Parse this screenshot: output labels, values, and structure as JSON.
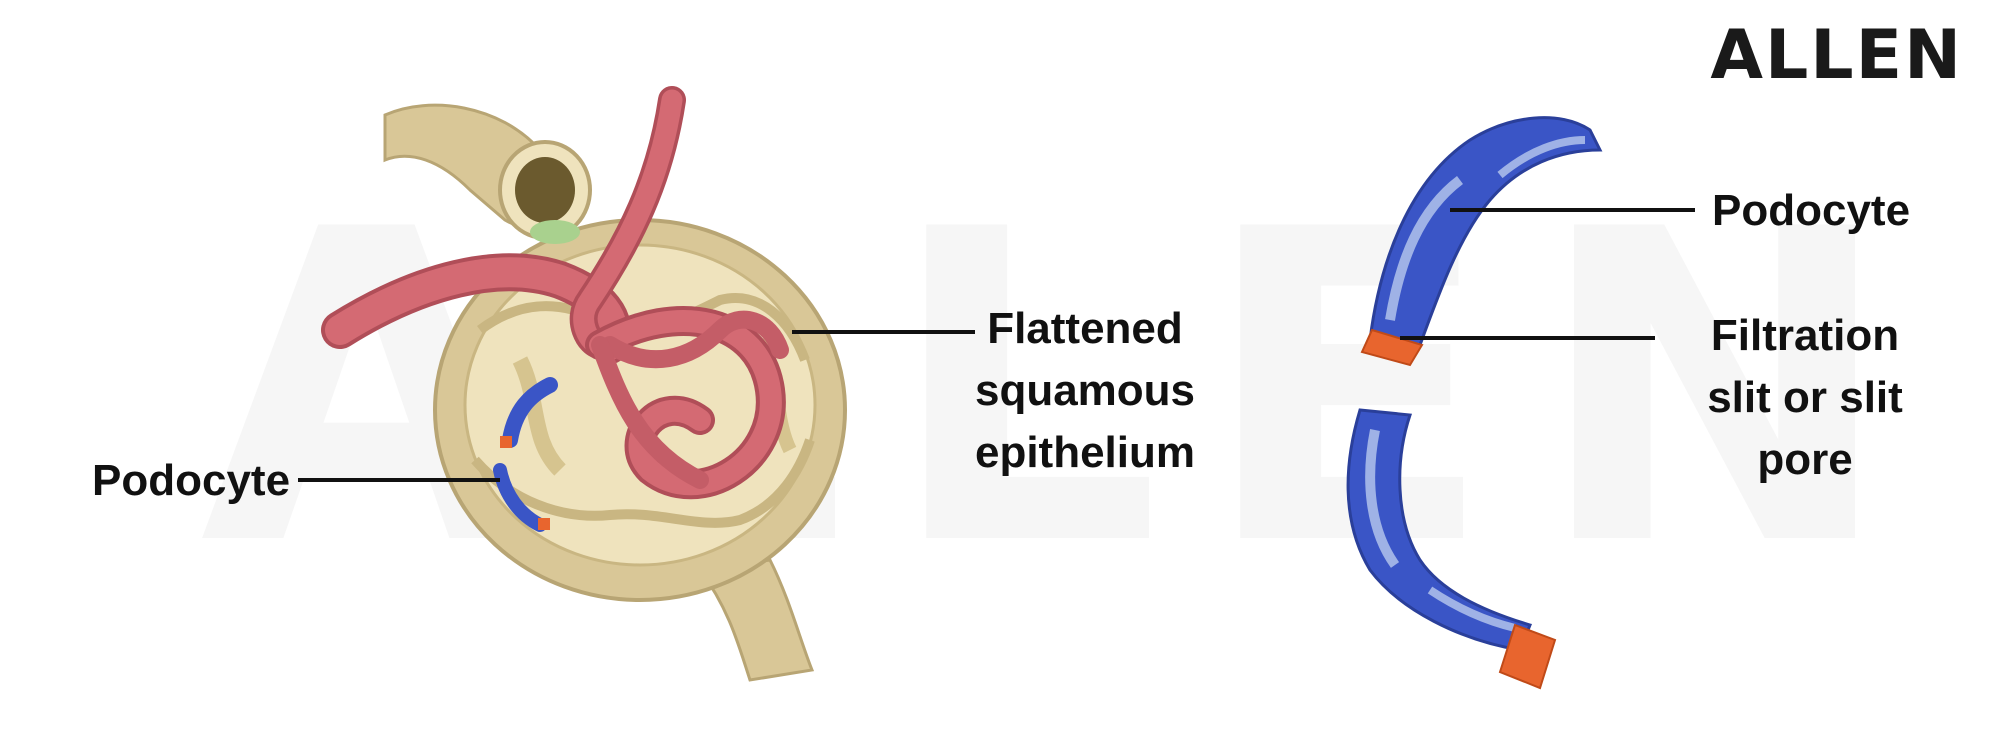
{
  "brand": {
    "logo_text": "ALLEN",
    "watermark_text": "ALLEN"
  },
  "labels": {
    "left_podocyte": "Podocyte",
    "epithelium_line1": "Flattened",
    "epithelium_line2": "squamous",
    "epithelium_line3": "epithelium",
    "right_podocyte": "Podocyte",
    "slit_line1": "Filtration",
    "slit_line2": "slit or slit",
    "slit_line3": "pore"
  },
  "colors": {
    "capsule": "#d9c797",
    "capsule_dark": "#b8a574",
    "capsule_inner": "#efe3bd",
    "vessel": "#d46a73",
    "vessel_dark": "#b04e58",
    "podocyte": "#3a55c6",
    "podocyte_light": "#9fb2e6",
    "pore": "#e8652e",
    "leader": "#111111"
  }
}
